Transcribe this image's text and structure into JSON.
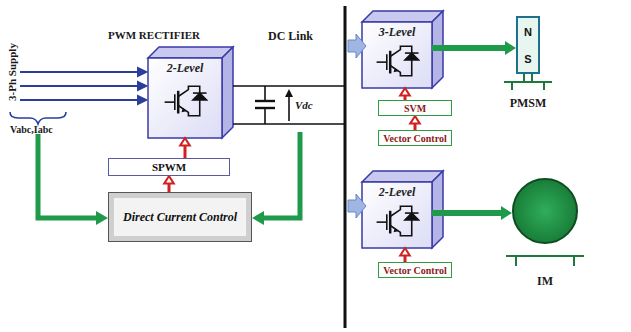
{
  "diagram": {
    "nodes": [
      {
        "text": [
          "2-Level"
        ]
      },
      {
        "text": [
          "SPWM"
        ]
      },
      {
        "text": [
          "Direct Current Control"
        ]
      },
      {
        "text": [
          "3-Level"
        ]
      },
      {
        "text": [
          "SVM"
        ]
      },
      {
        "text": [
          "Vector Control"
        ]
      },
      {
        "text": [
          "N",
          "S",
          "PMSM"
        ]
      },
      {
        "text": [
          "2-Level"
        ]
      },
      {
        "text": [
          "Vector Control"
        ]
      },
      {
        "text": [
          "IM"
        ]
      }
    ],
    "edges": [
      {
        "from": 1,
        "to": 0,
        "arrow": "to"
      },
      {
        "from": 2,
        "to": 1,
        "arrow": "to"
      },
      {
        "from": 4,
        "to": 3,
        "arrow": "to"
      },
      {
        "from": 5,
        "to": 4,
        "arrow": "to"
      },
      {
        "from": 8,
        "to": 7,
        "arrow": "to"
      },
      {
        "from": 3,
        "to": 6,
        "arrow": "to"
      },
      {
        "from": 7,
        "to": 9,
        "arrow": "to"
      }
    ],
    "labels": [
      "3-Ph Supply",
      "Vabc,Iabc",
      "PWM RECTIFIER",
      "DC Link",
      "Vdc"
    ]
  }
}
